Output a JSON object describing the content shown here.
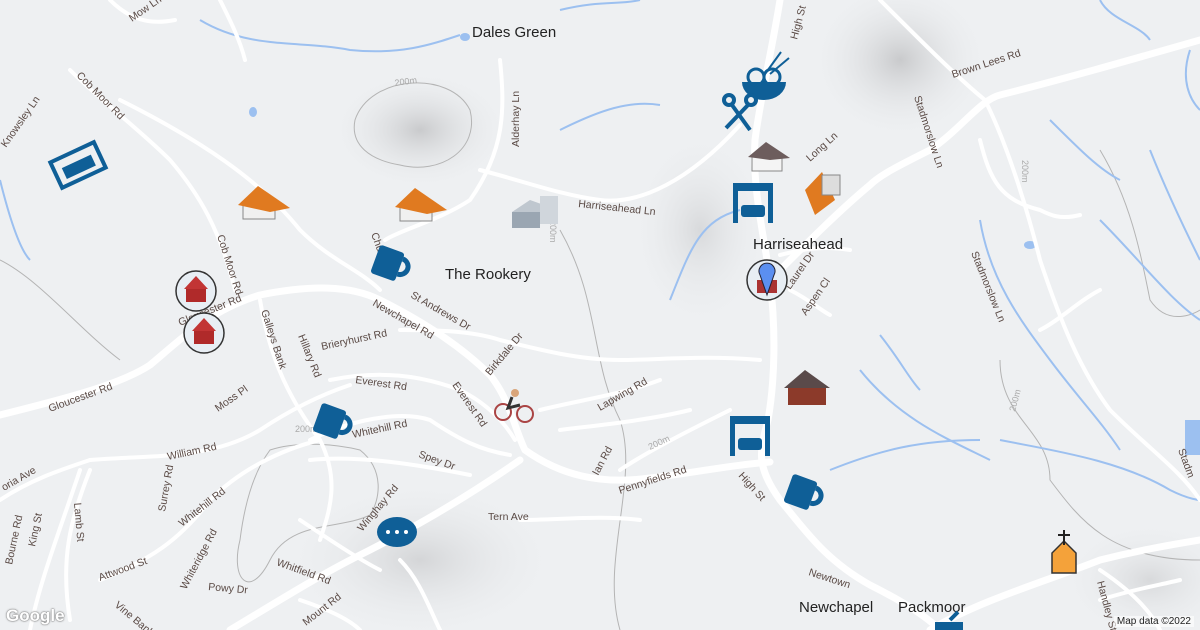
{
  "places": {
    "dales_green": "Dales Green",
    "the_rookery": "The Rookery",
    "harriseahead": "Harriseahead",
    "newchapel": "Newchapel",
    "packmoor": "Packmoor"
  },
  "streets": {
    "mow_lane": "Mow Ln",
    "cob_moor_rd": "Cob Moor Rd",
    "cob_moor_rd_2": "Cob Moor Rd",
    "knowsley_ln": "Knowsley Ln",
    "alderhay_ln": "Alderhay Ln",
    "harriseahead_ln": "Harriseahead Ln",
    "high_st": "High St",
    "high_st_2": "High St",
    "brown_lees_rd": "Brown Lees Rd",
    "long_ln": "Long Ln",
    "stadmorslow_ln": "Stadmorslow Ln",
    "stadmorslow_ln_2": "Stadmorslow Ln",
    "stadmorslow_ln_3": "Stadm",
    "laurel_dr": "Laurel Dr",
    "aspen_cl": "Aspen Cl",
    "gloucester_rd": "Gloucester Rd",
    "gloucester_rd_2": "Gloucester Rd",
    "newchapel_rd": "Newchapel Rd",
    "st_andrews_dr": "St Andrews Dr",
    "brieryhurst_rd": "Brieryhurst Rd",
    "galleys_bank": "Galleys Bank",
    "hillary_rd": "Hillary Rd",
    "everest_rd": "Everest Rd",
    "everest_rd_2": "Everest Rd",
    "birkdale_dr": "Birkdale Dr",
    "lapwing_rd": "Lapwing Rd",
    "moss_pl": "Moss Pl",
    "whitehill_rd": "Whitehill Rd",
    "whitehill_rd_2": "Whitehill Rd",
    "william_rd": "William Rd",
    "spey_dr": "Spey Dr",
    "ian_rd": "Ian Rd",
    "pennyfields_rd": "Pennyfields Rd",
    "surrey_rd": "Surrey Rd",
    "victoria_ave": "oria Ave",
    "bourne_rd": "Bourne Rd",
    "king_st": "King St",
    "lamb_st": "Lamb St",
    "whiteridge_rd": "Whiteridge Rd",
    "winghay_rd": "Winghay Rd",
    "tern_ave": "Tern Ave",
    "attwood_st": "Attwood St",
    "powy_dr": "Powy Dr",
    "whitfield_rd": "Whitfield Rd",
    "mount_rd": "Mount Rd",
    "vine_bank": "Vine Bank",
    "newtown": "Newtown",
    "handley_st": "Handley St",
    "chu": "Chu"
  },
  "contours": [
    "200m",
    "200m",
    "200m",
    "200m",
    "200m",
    "200m"
  ],
  "markers": [
    {
      "type": "school",
      "icon": "school-icon"
    },
    {
      "type": "school",
      "icon": "school-icon"
    },
    {
      "type": "school-pin",
      "icon": "school-pin-icon"
    },
    {
      "type": "cafe",
      "icon": "cup-icon"
    },
    {
      "type": "cafe",
      "icon": "cup-icon"
    },
    {
      "type": "cafe",
      "icon": "cup-icon"
    },
    {
      "type": "garage",
      "icon": "garage-icon"
    },
    {
      "type": "garage",
      "icon": "garage-icon"
    },
    {
      "type": "noodles",
      "icon": "noodle-bowl-icon"
    },
    {
      "type": "hairdresser",
      "icon": "scissors-icon"
    },
    {
      "type": "church",
      "icon": "church-icon"
    },
    {
      "type": "cycling",
      "icon": "cyclist-icon"
    },
    {
      "type": "more",
      "icon": "ellipsis-icon"
    },
    {
      "type": "office",
      "icon": "office-building-icon"
    },
    {
      "type": "furniture",
      "icon": "sofa-icon"
    }
  ],
  "colors": {
    "marker": "#0f5f97",
    "water": "#9cc0f0",
    "church": "#f4a23a"
  },
  "footer": {
    "google": "Google",
    "attribution": "Map data ©2022"
  }
}
